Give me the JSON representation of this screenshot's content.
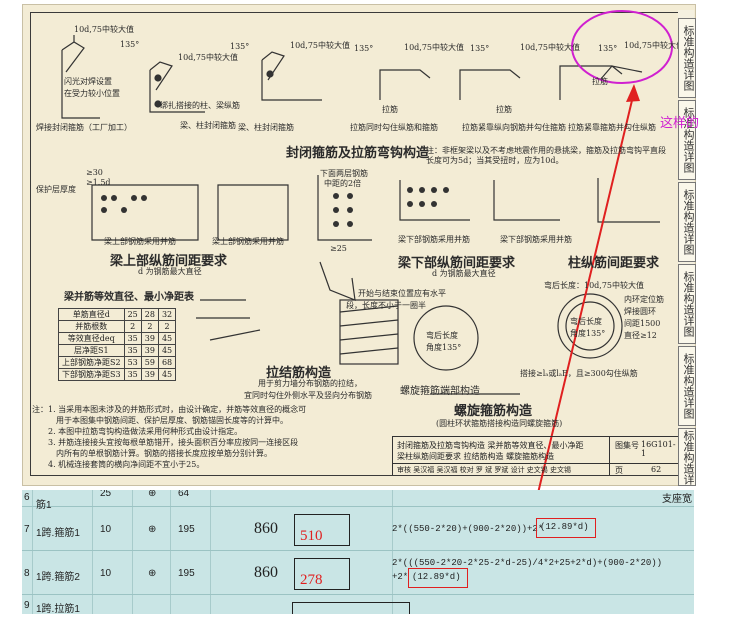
{
  "annotation": {
    "label": "这样的",
    "circle_color": "#d020d0",
    "arrow_color": "#e02020"
  },
  "side_tabs": [
    "标准构造详图",
    "标准构造详图",
    "标准构造详图",
    "标准构造详图",
    "标准构造详图",
    "标准构造详"
  ],
  "doc": {
    "hook_labels": [
      "135°",
      "10d,75中较大值"
    ],
    "labels": {
      "weld": "闪光对焊设置",
      "weld2": "在受力较小位置",
      "weld3": "焊接封闭箍筋（工厂加工）",
      "bind1": "绑扎搭接的柱、梁纵筋",
      "bind2": "梁、柱封闭箍筋",
      "bind3": "梁、柱封闭箍筋",
      "tie1": "拉筋",
      "tie2": "拉筋",
      "tie3": "拉筋",
      "tie_a": "拉筋同时勾住纵筋和箍筋",
      "tie_b": "拉筋紧靠纵向钢筋并勾住箍筋",
      "tie_c": "拉筋紧靠箍筋并勾住纵筋"
    },
    "section_title": "封闭箍筋及拉筋弯钩构造",
    "section_note": "注：非框架梁以及不考虑地震作用的悬挑梁，箍筋及拉筋弯钩平直段长度可为5d；当其受扭时，应为10d。",
    "beam_top_title": "梁上部纵筋间距要求",
    "beam_top_sub": "d 为钢筋最大直径",
    "beam_bot_title": "梁下部纵筋间距要求",
    "beam_bot_sub": "d 为钢筋最大直径",
    "cover": "保护层厚度",
    "top_a": "梁上部钢筋采用并筋",
    "top_b": "梁上部钢筋采用并筋",
    "bot_a": "梁下部钢筋采用并筋",
    "bot_b": "梁下部钢筋采用并筋",
    "bot_note1": "下面两层钢筋",
    "bot_note2": "中距的2倍",
    "spacing_ge30": "≥30",
    "spacing_ge15d": "≥1.5d",
    "spacing_ge25": "≥25",
    "table_title": "梁并筋等效直径、最小净距表",
    "table": {
      "rows": [
        [
          "单筋直径d",
          "25",
          "28",
          "32"
        ],
        [
          "并筋根数",
          "2",
          "2",
          "2"
        ],
        [
          "等效直径deq",
          "35",
          "39",
          "45"
        ],
        [
          "层净距S1",
          "35",
          "39",
          "45"
        ],
        [
          "上部钢筋净距S2",
          "53",
          "59",
          "68"
        ],
        [
          "下部钢筋净距S3",
          "35",
          "39",
          "45"
        ]
      ]
    },
    "tie_title": "拉结筋构造",
    "tie_sub1": "用于剪力墙分布钢筋的拉结，",
    "tie_sub2": "宜同时勾住外侧水平及竖向分布钢筋",
    "spiral_top1": "开始与结束位置应有水平",
    "spiral_top2": "段，长度不小于一圈半",
    "spiral_mid1": "弯后长度",
    "spiral_mid2": "角度135°",
    "spiral_mid3": "弯后长度",
    "spiral_mid4": "角度135°",
    "spiral_r1": "内环定位筋",
    "spiral_r2": "焊接圆环",
    "spiral_r3": "间距1500",
    "spiral_r4": "直径≥12",
    "spiral_len": "弯后长度：10d,75中较大值",
    "spiral_lap": "搭接≥lₐ或lₐE，且≥300勾住纵筋",
    "spiral_end": "螺旋箍筋端部构造",
    "spiral_title": "螺旋箍筋构造",
    "spiral_sub": "(圆柱环状箍筋搭接构造同螺旋箍筋)",
    "col_space": "柱纵筋间距要求",
    "notes": [
      "注：1. 当采用本图未涉及的并筋形式时，由设计确定，并筋等效直径的概念可",
      "　　　用于本图集中钢筋间距、保护层厚度、钢筋锚固长度等的计算中。",
      "　　2. 本图中拉筋弯钩构造做法采用何种形式由设计指定。",
      "　　3. 并筋连接接头宜按每根单筋错开，接头面积百分率应按同一连接区段",
      "　　　内所有的单根钢筋计算。钢筋的搭接长度应按单筋分别计算。",
      "　　4. 机械连接套筒的横向净间距不宜小于25。"
    ],
    "title_block": {
      "line1": "封闭箍筋及拉筋弯钩构造  梁并筋等效直径、最小净距",
      "line2": "梁柱纵筋间距要求  拉结筋构造  螺旋箍筋构造",
      "atlas_label": "图集号",
      "atlas_no": "16G101-1",
      "page_label": "页",
      "page_no": "62",
      "sign": "审核 吴汉福  吴汉福  校对 罗  斌  罗斌  设计 史文锡  史文锡"
    }
  },
  "grid": {
    "rows": [
      {
        "idx": "6",
        "name": "筋1",
        "d": "25",
        "grade": "⊕",
        "code": "64",
        "left_num": "",
        "shape_num": "",
        "formula": "",
        "extra": "支座宽"
      },
      {
        "idx": "7",
        "name": "1跨.箍筋1",
        "d": "10",
        "grade": "⊕",
        "code": "195",
        "left_num": "860",
        "shape_num": "510",
        "formula": "2*((550-2*20)+(900-2*20))+2*",
        "formula_box": "(12.89*d)",
        "extra": ""
      },
      {
        "idx": "8",
        "name": "1跨.箍筋2",
        "d": "10",
        "grade": "⊕",
        "code": "195",
        "left_num": "860",
        "shape_num": "278",
        "formula_l1": "2*(((550-2*20-2*25-2*d-25)/4*2+25+2*d)+(900-2*20))",
        "formula_l2": "+2*",
        "formula_box": "(12.89*d)",
        "extra": ""
      },
      {
        "idx": "9",
        "name": "1跨.拉筋1",
        "d": "",
        "grade": "",
        "code": "",
        "left_num": "",
        "shape_num": "",
        "formula": "",
        "extra": ""
      }
    ]
  }
}
